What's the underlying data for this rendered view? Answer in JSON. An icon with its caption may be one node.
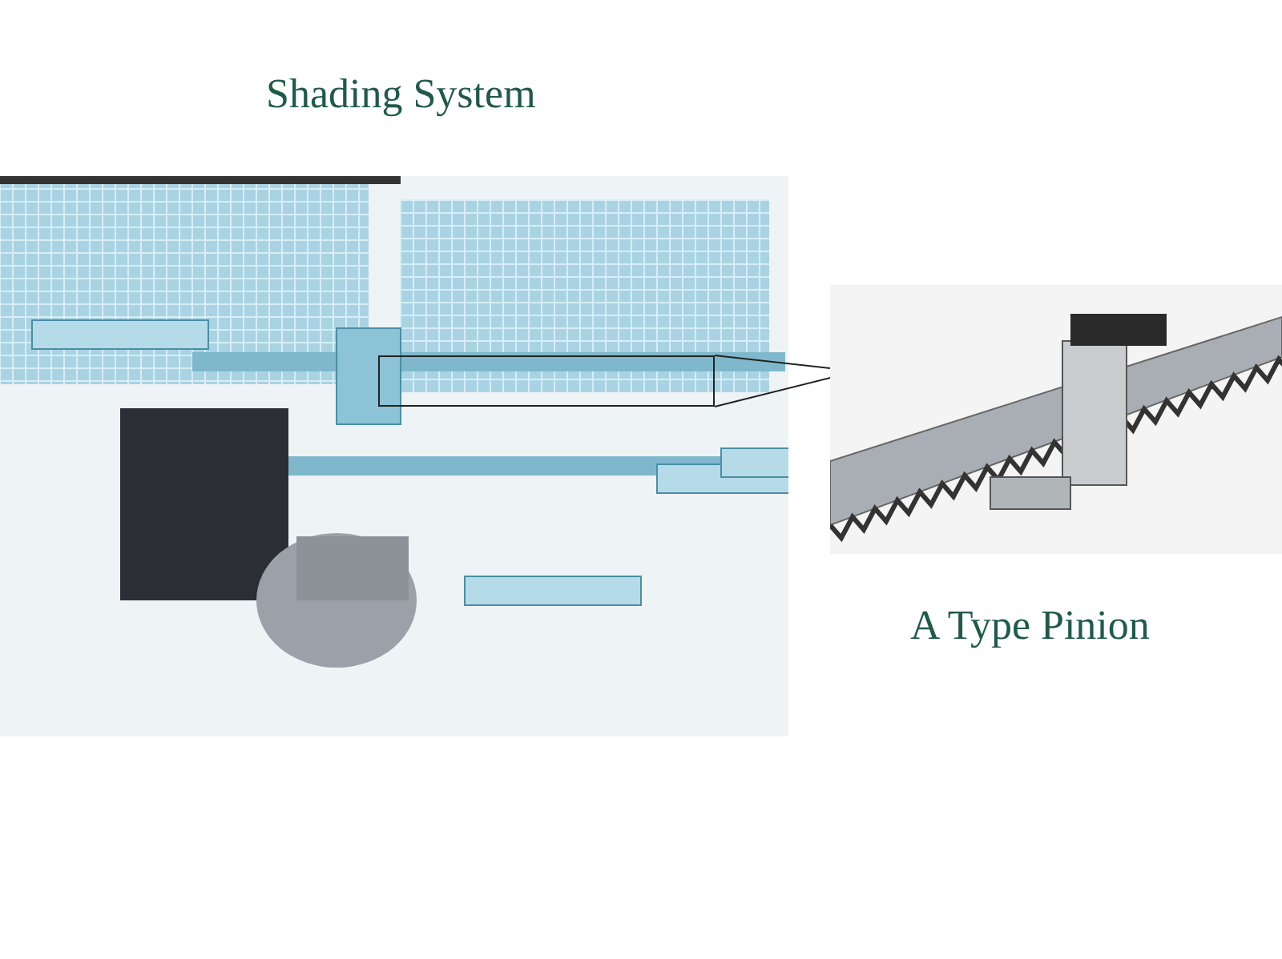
{
  "diagram": {
    "title": "Shading System",
    "nodes": [
      {
        "text": [],
        "shape": "picture"
      },
      {
        "text": [],
        "shape": "box",
        "in": 0
      },
      {
        "text": [],
        "shape": "picture",
        "beside": [
          "A Type Pinion"
        ]
      }
    ],
    "edges": [
      {
        "from": 1,
        "to": 2,
        "arrow": "none"
      }
    ]
  }
}
